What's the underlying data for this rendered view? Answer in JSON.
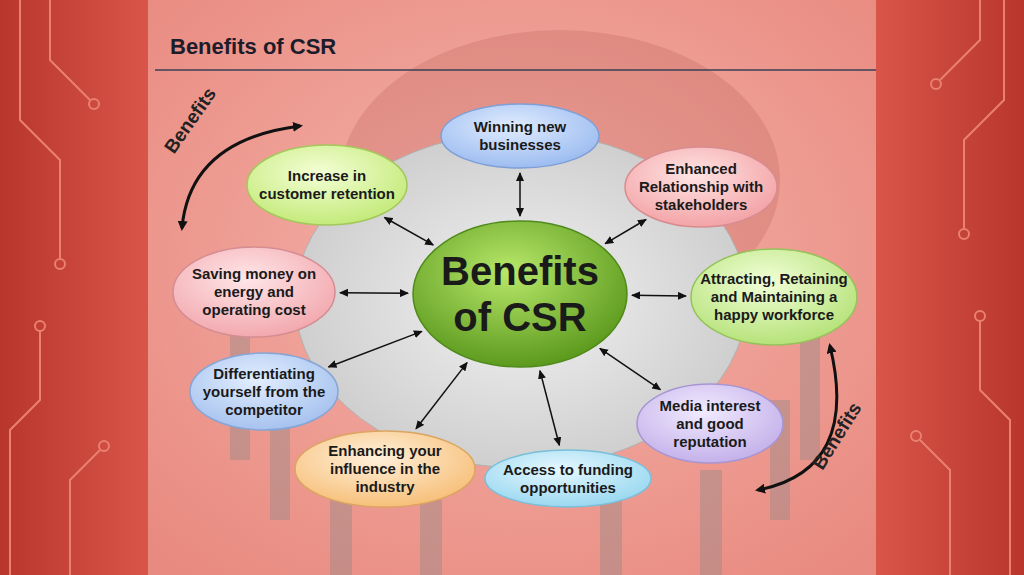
{
  "diagram": {
    "title": "Benefits of CSR",
    "nodes": [
      {
        "text": [
          "Benefits of CSR"
        ]
      },
      {
        "text": [
          "Winning new businesses"
        ]
      },
      {
        "text": [
          "Enhanced Relationship with stakeholders"
        ]
      },
      {
        "text": [
          "Attracting, Retaining and Maintaining a happy workforce"
        ]
      },
      {
        "text": [
          "Media interest and good reputation"
        ]
      },
      {
        "text": [
          "Access to funding opportunities"
        ]
      },
      {
        "text": [
          "Enhancing your influence in the industry"
        ]
      },
      {
        "text": [
          "Differentiating yourself from the competitor"
        ]
      },
      {
        "text": [
          "Saving money on energy and operating cost"
        ]
      },
      {
        "text": [
          "Increase in customer retention"
        ]
      }
    ],
    "edges": [
      {
        "from": 0,
        "to": 1,
        "arrow": "both"
      },
      {
        "from": 0,
        "to": 2,
        "arrow": "both"
      },
      {
        "from": 0,
        "to": 3,
        "arrow": "both"
      },
      {
        "from": 0,
        "to": 4,
        "arrow": "both"
      },
      {
        "from": 0,
        "to": 5,
        "arrow": "both"
      },
      {
        "from": 0,
        "to": 6,
        "arrow": "both"
      },
      {
        "from": 0,
        "to": 7,
        "arrow": "both"
      },
      {
        "from": 0,
        "to": 8,
        "arrow": "both"
      },
      {
        "from": 0,
        "to": 9,
        "arrow": "both"
      }
    ],
    "labels": [
      "Benefits",
      "Benefits"
    ]
  }
}
